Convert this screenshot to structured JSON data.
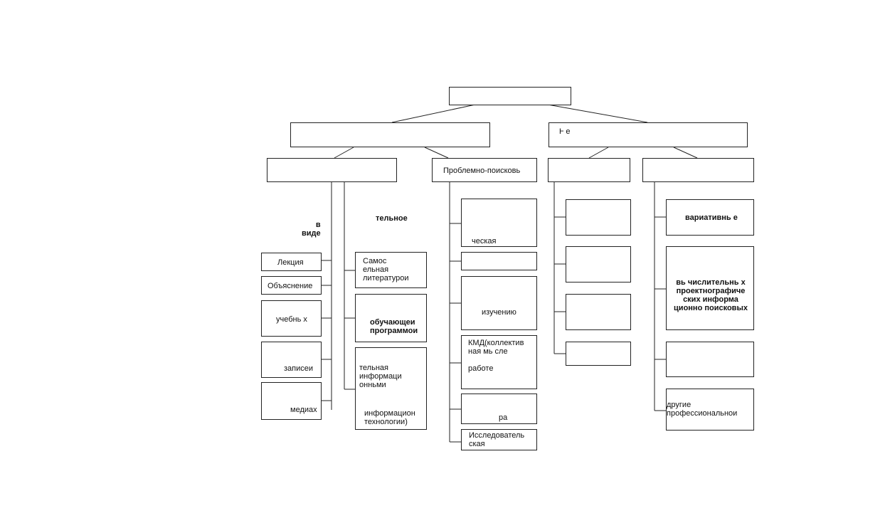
{
  "root": {
    "label": ""
  },
  "level1": {
    "left_label": "",
    "right_marks": "Ⱶ            е"
  },
  "level2": {
    "a_label": "",
    "b_label": "Проблемно-поисковь",
    "c_label": "",
    "d_label": ""
  },
  "col_a": {
    "top_label": "в\nвиде",
    "items": [
      "Лекция",
      "Объяснение",
      "учебнь х",
      "записеи",
      "медиах"
    ]
  },
  "col_a2": {
    "top_label": "тельное",
    "items": [
      "Самос\nельная\n литературои",
      "обучающеи\nпрограммои",
      "тельная\n  информаци\n  онньми",
      "информацион\n технологии)"
    ]
  },
  "col_b": {
    "items": [
      "ческая",
      "",
      "изучению",
      "КМД(коллектив\n  ная мь сле\n\nработе",
      "ра",
      "Исследователь\nская"
    ]
  },
  "col_c": {
    "items": [
      "",
      "",
      "",
      ""
    ]
  },
  "col_d": {
    "items": [
      "вариативнь е",
      "вь числительнь х\nпроектнографиче\nских информа\nционно поисковых",
      "",
      "другие\nпрофессиональнои"
    ]
  }
}
